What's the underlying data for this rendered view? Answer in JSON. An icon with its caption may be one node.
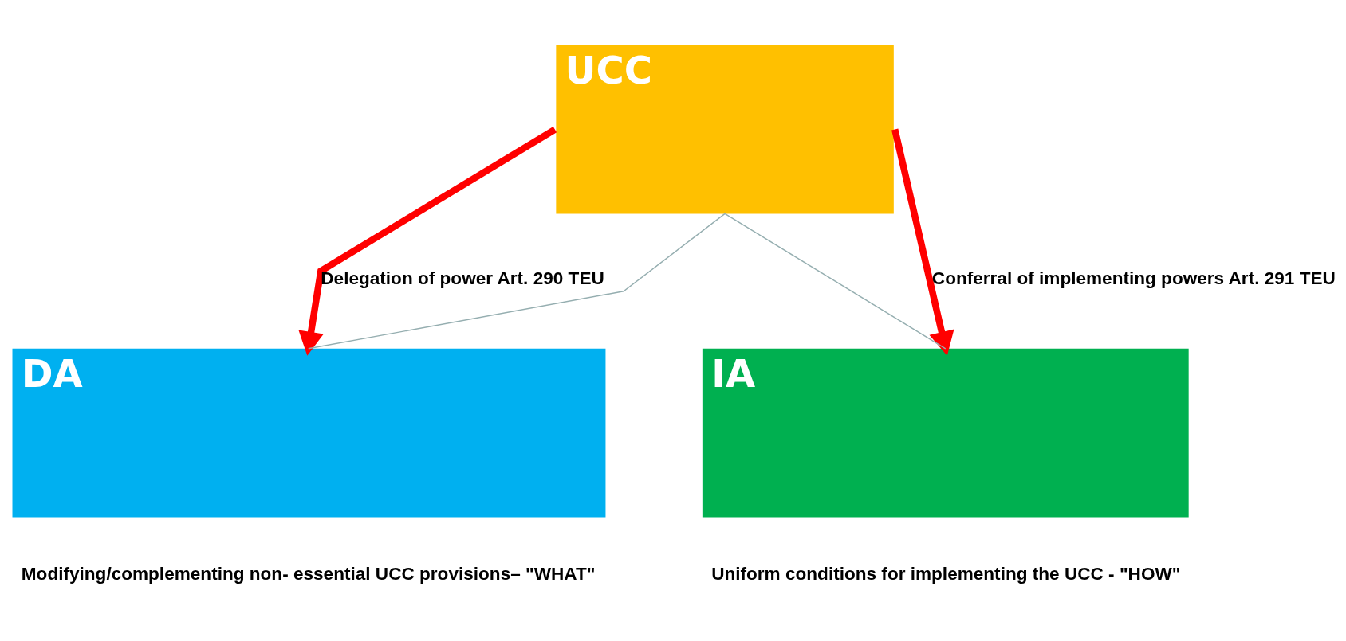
{
  "diagram": {
    "nodes": [
      {
        "text": [
          "UCC"
        ]
      },
      {
        "text": [
          "DA"
        ],
        "beside": [
          "Modifying/complementing non- essential UCC provisions– \"WHAT\""
        ]
      },
      {
        "text": [
          "IA"
        ],
        "beside": [
          "Uniform conditions for implementing the UCC - \"HOW\""
        ]
      }
    ],
    "edges": [
      {
        "from": 0,
        "to": 1,
        "arrow": "to",
        "label": "Delegation of power Art. 290 TEU",
        "style": "thick",
        "color": "#ff0000"
      },
      {
        "from": 0,
        "to": 2,
        "arrow": "to",
        "label": "Conferral of implementing powers Art. 291 TEU",
        "style": "thick",
        "color": "#ff0000"
      },
      {
        "from": 0,
        "to": 1,
        "arrow": "none",
        "color": "#95aeb0"
      },
      {
        "from": 0,
        "to": 2,
        "arrow": "none",
        "color": "#95aeb0"
      }
    ]
  }
}
